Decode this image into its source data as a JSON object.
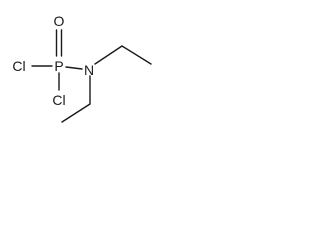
{
  "molecule": {
    "atoms": {
      "oxygen": "O",
      "phosphorus": "P",
      "chlorine_left": "Cl",
      "chlorine_bottom": "Cl",
      "nitrogen": "N"
    }
  }
}
